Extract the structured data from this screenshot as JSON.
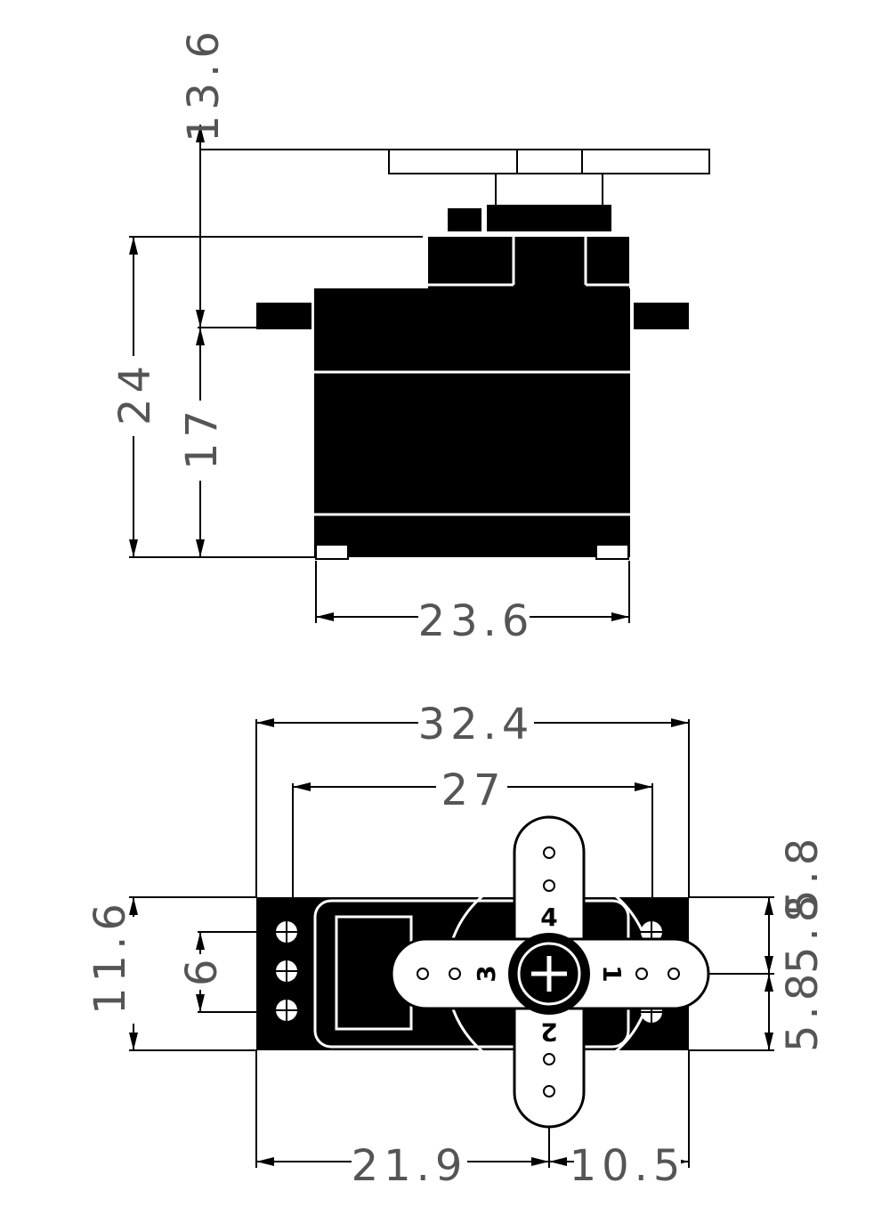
{
  "dimensions": {
    "horn_height": "13.6",
    "total_height": "24",
    "body_height": "17",
    "body_width": "23.6",
    "total_width": "32.4",
    "mount_hole_spacing": "27",
    "body_depth": "11.6",
    "hole_spacing": "6",
    "offset_a": "5.8",
    "offset_b": "5.8",
    "offset_c": "5.8",
    "shaft_offset_left": "21.9",
    "shaft_offset_right": "10.5"
  },
  "horn_labels": {
    "top": "4",
    "right": "1",
    "bottom": "2",
    "left": "3"
  },
  "colors": {
    "ink": "#000000",
    "dimension_text": "#555555",
    "paper": "#ffffff"
  }
}
